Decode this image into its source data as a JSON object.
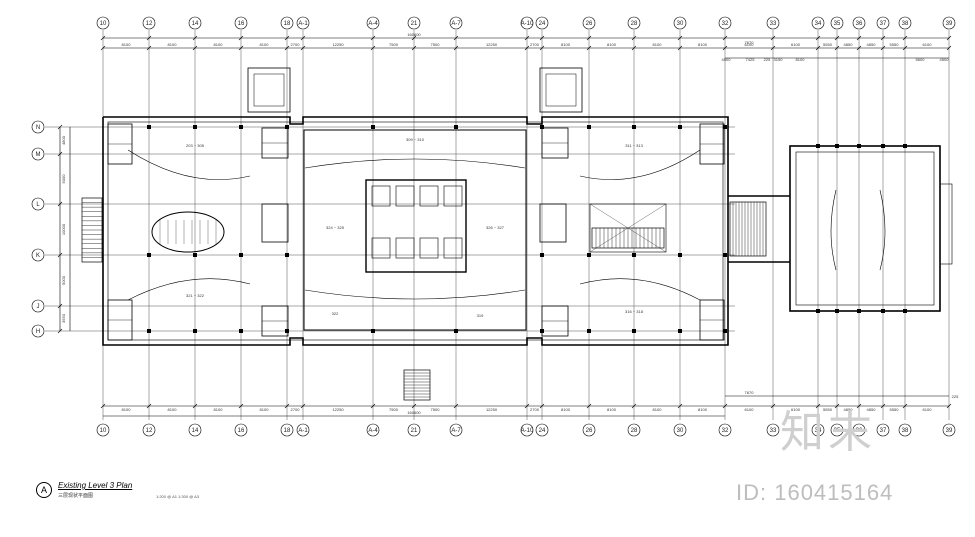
{
  "drawing": {
    "title": "Existing Level 3 Plan",
    "subtitle": "三层现状平面图",
    "scale_note": "1:200 @ A1  1:300 @ A3",
    "callout": "A"
  },
  "grids": {
    "columns": [
      "10",
      "12",
      "14",
      "16",
      "18",
      "A-1",
      "A-4",
      "21",
      "A-7",
      "A-10",
      "24",
      "26",
      "28",
      "30",
      "32",
      "33",
      "34",
      "35",
      "36",
      "37",
      "38",
      "39"
    ],
    "rows": [
      "N",
      "M",
      "L",
      "K",
      "J",
      "H"
    ]
  },
  "dimensions": {
    "top": [
      "8100",
      "8100",
      "8100",
      "8100",
      "2700",
      "12250",
      "7500",
      "7500",
      "12250",
      "2700",
      "8100",
      "8100",
      "8100",
      "8100",
      "6100",
      "6100",
      "5550",
      "4850",
      "4850",
      "5550",
      "6100"
    ],
    "top_overall": "160600",
    "top_right_overall": "7670",
    "top_right_sub": [
      "4500",
      "7425",
      "225",
      "3150",
      "8100",
      "5600",
      "4500"
    ],
    "bottom": [
      "8100",
      "8100",
      "8100",
      "8100",
      "2700",
      "12250",
      "7500",
      "7500",
      "12250",
      "2700",
      "8100",
      "8100",
      "8100",
      "8100",
      "6100",
      "6100",
      "5550",
      "4850",
      "4850",
      "5550",
      "6100"
    ],
    "bottom_overall": "160600",
    "bottom_right_overall": "7670",
    "bottom_right_sub": "225",
    "left": [
      "4800",
      "5000",
      "10000",
      "5000",
      "3550"
    ]
  },
  "rooms": [
    "203 ~ 305",
    "309 ~ 310",
    "311 ~ 313",
    "324 ~ 325",
    "326 ~ 327",
    "321 ~ 322",
    "322",
    "319",
    "316 ~ 318"
  ],
  "watermark": {
    "logo": "知末",
    "id": "ID: 160415164"
  }
}
